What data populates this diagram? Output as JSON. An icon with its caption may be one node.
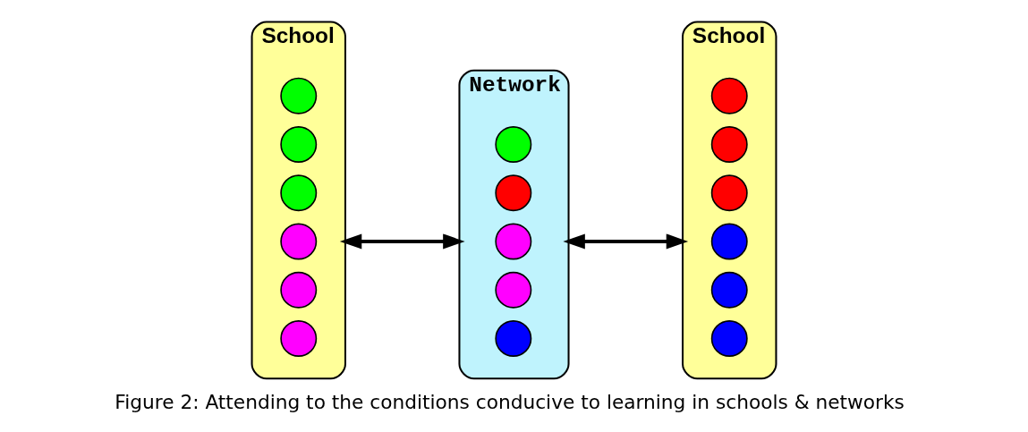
{
  "diagram": {
    "caption": "Figure 2: Attending to the conditions conducive to learning in schools & networks",
    "nodes": [
      {
        "text": [
          "School"
        ]
      },
      {
        "text": [],
        "shape": "circle",
        "in": 0
      },
      {
        "text": [],
        "shape": "circle",
        "in": 0
      },
      {
        "text": [],
        "shape": "circle",
        "in": 0
      },
      {
        "text": [],
        "shape": "circle",
        "in": 0
      },
      {
        "text": [],
        "shape": "circle",
        "in": 0
      },
      {
        "text": [],
        "shape": "circle",
        "in": 0
      },
      {
        "text": [
          "Network"
        ]
      },
      {
        "text": [],
        "shape": "circle",
        "in": 7
      },
      {
        "text": [],
        "shape": "circle",
        "in": 7
      },
      {
        "text": [],
        "shape": "circle",
        "in": 7
      },
      {
        "text": [],
        "shape": "circle",
        "in": 7
      },
      {
        "text": [],
        "shape": "circle",
        "in": 7
      },
      {
        "text": [
          "School"
        ]
      },
      {
        "text": [],
        "shape": "circle",
        "in": 13
      },
      {
        "text": [],
        "shape": "circle",
        "in": 13
      },
      {
        "text": [],
        "shape": "circle",
        "in": 13
      },
      {
        "text": [],
        "shape": "circle",
        "in": 13
      },
      {
        "text": [],
        "shape": "circle",
        "in": 13
      },
      {
        "text": [],
        "shape": "circle",
        "in": 13
      }
    ],
    "edges": [
      {
        "from": 0,
        "to": 7,
        "arrow": "both"
      },
      {
        "from": 7,
        "to": 13,
        "arrow": "both"
      }
    ]
  }
}
